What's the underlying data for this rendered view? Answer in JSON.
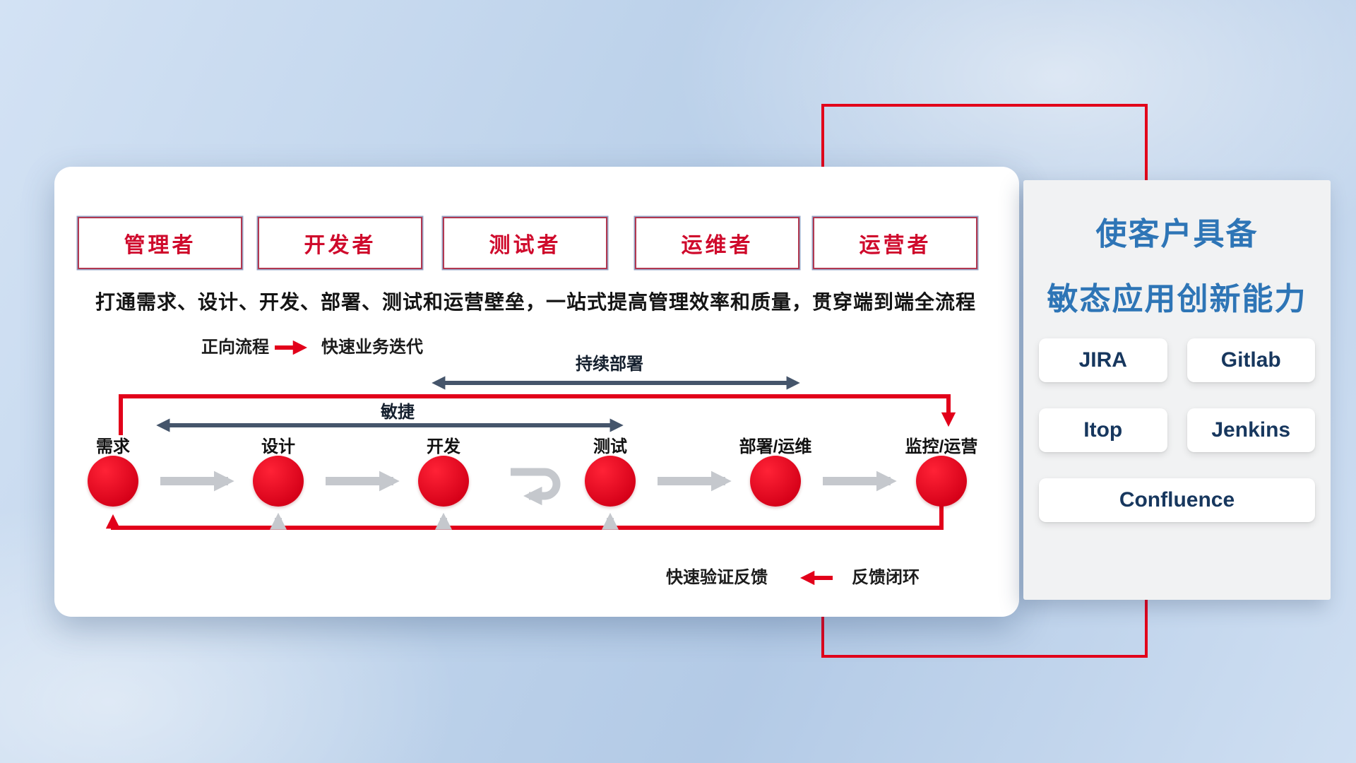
{
  "roles": [
    "管理者",
    "开发者",
    "测试者",
    "运维者",
    "运营者"
  ],
  "subtitle": "打通需求、设计、开发、部署、测试和运营壁垒，一站式提高管理效率和质量，贯穿端到端全流程",
  "legend_forward": {
    "label": "正向流程",
    "desc": "快速业务迭代"
  },
  "flow": {
    "stages": [
      "需求",
      "设计",
      "开发",
      "测试",
      "部署/运维",
      "监控/运营"
    ],
    "agile_label": "敏捷",
    "continuous_deploy_label": "持续部署",
    "feedback_desc": "快速验证反馈",
    "feedback_label": "反馈闭环"
  },
  "right_panel": {
    "title_line1": "使客户具备",
    "title_line2": "敏态应用创新能力",
    "tools": [
      "JIRA",
      "Gitlab",
      "Itop",
      "Jenkins",
      "Confluence"
    ]
  },
  "colors": {
    "accent_red": "#e2001a",
    "dark_arrow": "#45556b",
    "gray_arrow": "#c5c8cd",
    "title_blue": "#2e75b6",
    "tool_text": "#17375e",
    "role_text": "#cf0a2c"
  }
}
